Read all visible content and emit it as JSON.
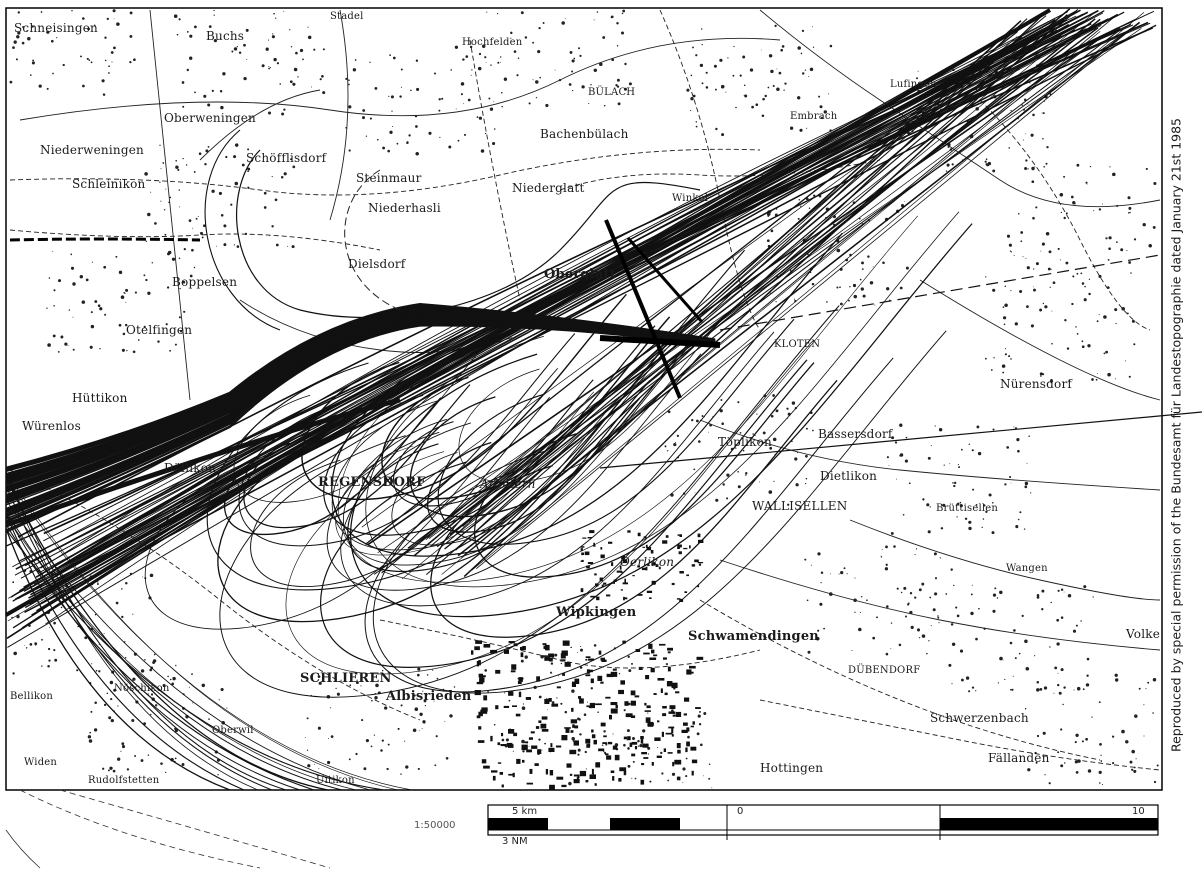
{
  "map": {
    "credit": "Reproduced by special permission of the Bundesamt für Landestopographie dated January 21st 1985",
    "scale": {
      "ratio": "1:50000",
      "labels": [
        "5 km",
        "0",
        "10"
      ],
      "sub_label": "3 NM"
    },
    "places": [
      {
        "name": "Schneisingen",
        "style": "normal"
      },
      {
        "name": "Buchs",
        "style": "normal"
      },
      {
        "name": "Stadel",
        "style": "small"
      },
      {
        "name": "Hochfelden",
        "style": "small"
      },
      {
        "name": "BÜLACH",
        "style": "small"
      },
      {
        "name": "Bachenbülach",
        "style": "normal"
      },
      {
        "name": "Oberweningen",
        "style": "normal"
      },
      {
        "name": "Niederweningen",
        "style": "normal"
      },
      {
        "name": "Schöfflisdorf",
        "style": "normal"
      },
      {
        "name": "Steinmaur",
        "style": "normal"
      },
      {
        "name": "Niederglatt",
        "style": "normal"
      },
      {
        "name": "Schleinikon",
        "style": "normal"
      },
      {
        "name": "Niederhasli",
        "style": "normal"
      },
      {
        "name": "Winkel",
        "style": "small"
      },
      {
        "name": "Dielsdorf",
        "style": "normal"
      },
      {
        "name": "Oberglatt",
        "style": "big"
      },
      {
        "name": "Boppelsen",
        "style": "normal"
      },
      {
        "name": "Otelfingen",
        "style": "normal"
      },
      {
        "name": "KLOTEN",
        "style": "small"
      },
      {
        "name": "Nürensdorf",
        "style": "normal"
      },
      {
        "name": "Hüttikon",
        "style": "normal"
      },
      {
        "name": "Würenlos",
        "style": "normal"
      },
      {
        "name": "Bassersdorf",
        "style": "normal"
      },
      {
        "name": "Töplikon",
        "style": "normal"
      },
      {
        "name": "Dietlikon",
        "style": "normal"
      },
      {
        "name": "WALLISELLEN",
        "style": "normal"
      },
      {
        "name": "REGENSDORF",
        "style": "big"
      },
      {
        "name": "Affoltern",
        "style": "italic"
      },
      {
        "name": "Brüttisellen",
        "style": "small"
      },
      {
        "name": "Wangen",
        "style": "small"
      },
      {
        "name": "Wipkingen",
        "style": "big"
      },
      {
        "name": "Schwamendingen",
        "style": "big"
      },
      {
        "name": "DÜBENDORF",
        "style": "small"
      },
      {
        "name": "Volke",
        "style": "normal"
      },
      {
        "name": "SCHLIEREN",
        "style": "big"
      },
      {
        "name": "Albisrieden",
        "style": "big"
      },
      {
        "name": "Schwerzenbach",
        "style": "normal"
      },
      {
        "name": "Fällanden",
        "style": "normal"
      },
      {
        "name": "Hottingen",
        "style": "normal"
      },
      {
        "name": "Widen",
        "style": "small"
      },
      {
        "name": "Rudolfstetten",
        "style": "small"
      },
      {
        "name": "Uitikon",
        "style": "small"
      },
      {
        "name": "Bellikon",
        "style": "small"
      },
      {
        "name": "Oberwil",
        "style": "small"
      },
      {
        "name": "Embrach",
        "style": "small"
      },
      {
        "name": "Lufingen",
        "style": "small"
      },
      {
        "name": "Dällikon",
        "style": "normal"
      },
      {
        "name": "Oerlikon",
        "style": "italic"
      },
      {
        "name": "Nöschikon",
        "style": "small"
      }
    ]
  },
  "colors": {
    "ink": "#111111",
    "paper": "#ffffff"
  }
}
